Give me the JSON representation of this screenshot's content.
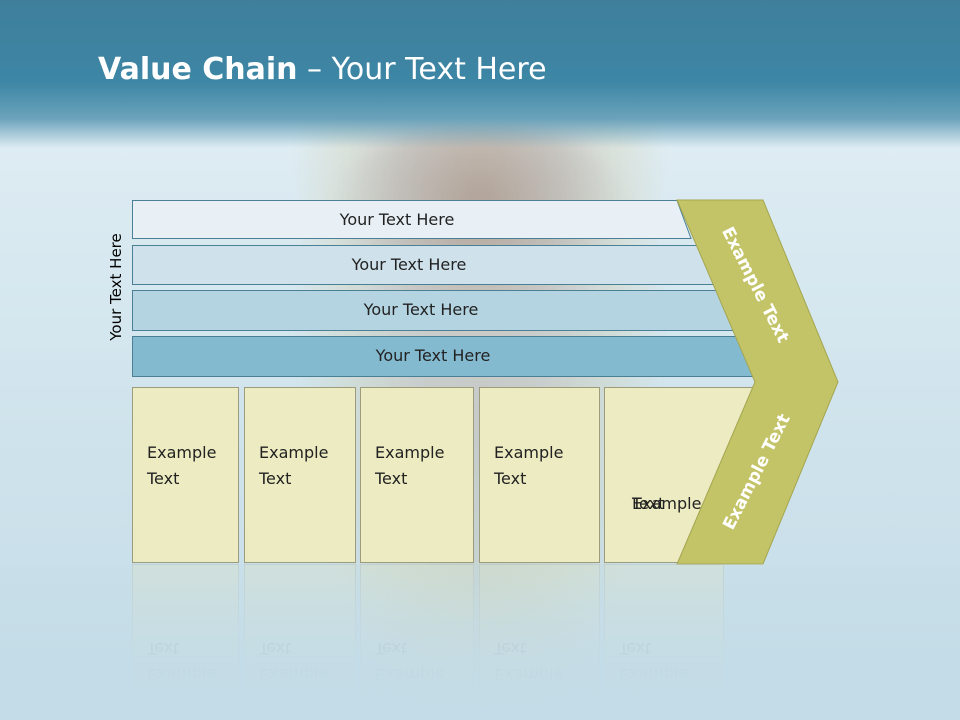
{
  "title": {
    "bold": "Value Chain",
    "rest": " – Your Text Here"
  },
  "side_label": "Your Text Here",
  "bars": [
    {
      "label": "Your Text Here",
      "color": "#e8f0f5"
    },
    {
      "label": "Your Text Here",
      "color": "#cfe2eb"
    },
    {
      "label": "Your Text Here",
      "color": "#b4d4e1"
    },
    {
      "label": "Your Text Here",
      "color": "#84bad0"
    }
  ],
  "boxes": [
    {
      "line1": "Example",
      "line2": "Text"
    },
    {
      "line1": "Example",
      "line2": "Text"
    },
    {
      "line1": "Example",
      "line2": "Text"
    },
    {
      "line1": "Example",
      "line2": "Text"
    },
    {
      "line1": "Example",
      "line2": "Text"
    }
  ],
  "chevron": {
    "upper_text": "Example Text",
    "lower_text": "Example Text",
    "color": "#c3c468"
  },
  "colors": {
    "title_band": "#3d86a5",
    "box_fill": "#ecebc1",
    "bar_stroke": "#4a7f96"
  }
}
